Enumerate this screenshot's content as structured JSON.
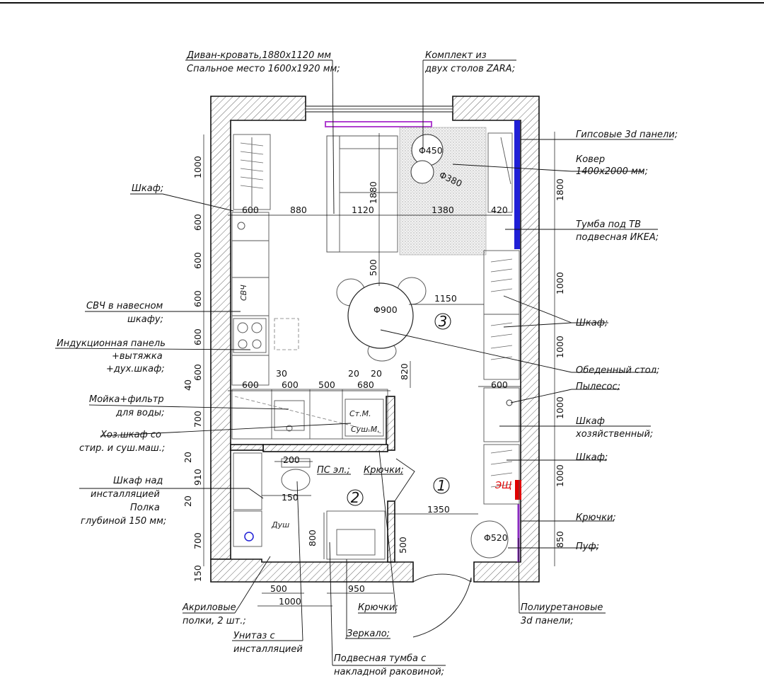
{
  "labels": {
    "sofa_line1": "Диван-кровать,1880х1120 мм",
    "sofa_line2": "Спальное место 1600х1920 мм;",
    "tables_line1": "Комплект из",
    "tables_line2": "двух столов ZARA;",
    "panels_3d": "Гипсовые 3d панели;",
    "carpet_line1": "Ковер",
    "carpet_line2": "1400х2000 мм;",
    "wardrobe_top": "Шкаф;",
    "tv_line1": "Тумба под ТВ",
    "tv_line2": "подвесная ИКЕА;",
    "microwave_line1": "СВЧ в навесном",
    "microwave_line2": "шкафу;",
    "wardrobe_right": "Шкаф;",
    "induction_line1": "Индукционная панель",
    "induction_line2": "+вытяжка",
    "induction_line3": "+дух.шкаф;",
    "dining": "Обеденный стол;",
    "vacuum": "Пылесос;",
    "sink_line1": "Мойка+фильтр",
    "sink_line2": "для воды;",
    "utility_right_line1": "Шкаф",
    "utility_right_line2": "хозяйственный;",
    "utility_left_line1": "Хоз.шкаф со",
    "utility_left_line2": "стир. и суш.маш.;",
    "wardrobe_right2": "Шкаф;",
    "cab_install_line1": "Шкаф над",
    "cab_install_line2": "инсталляцией",
    "cab_install_line3": "Полка",
    "cab_install_line4": "глубиной 150 мм;",
    "hooks_right": "Крючки;",
    "pouf": "Пуф;",
    "acrylic_line1": "Акриловые",
    "acrylic_line2": "полки, 2 шт.;",
    "hooks_bottom": "Крючки;",
    "polyurethane_line1": "Полиуретановые",
    "polyurethane_line2": "3d панели;",
    "toilet_line1": "Унитаз с",
    "toilet_line2": "инсталляцией",
    "mirror": "Зеркало;",
    "vanity_line1": "Подвесная тумба с",
    "vanity_line2": "накладной раковиной;",
    "ps_el": "ПС эл.;",
    "hooks_inner": "Крючки;",
    "microwave_in_plan": "СВЧ",
    "washer_line1": "Ст.М.",
    "washer_line2": "Суш.М.",
    "shower": "Душ",
    "electrical_panel": "ЭЩ"
  },
  "rooms": {
    "r1": "1",
    "r2": "2",
    "r3": "3"
  },
  "dims": {
    "d_450": "Φ450",
    "d_380": "Φ380",
    "d_900": "Φ900",
    "d_520": "Φ520",
    "row_600": "600",
    "row_880": "880",
    "row_1120": "1120",
    "row_1380": "1380",
    "row_420": "420",
    "sofa_1880": "1880",
    "gap_500": "500",
    "table_1150": "1150",
    "gap_820": "820",
    "k_30": "30",
    "k_20a": "20",
    "k_20b": "20",
    "k_600a": "600",
    "k_600b": "600",
    "k_500": "500",
    "k_680": "680",
    "w_600": "600",
    "b_200": "200",
    "b_150": "150",
    "b_800": "800",
    "b_500v": "500",
    "b_1350": "1350",
    "bot_500": "500",
    "bot_1000": "1000",
    "bot_950": "950",
    "l_1000": "1000",
    "l_600a": "600",
    "l_600b": "600",
    "l_600c": "600",
    "l_600d": "600",
    "l_600e": "600",
    "l_40": "40",
    "l_700": "700",
    "l_20a": "20",
    "l_910": "910",
    "l_20b": "20",
    "l_700b": "700",
    "l_150": "150",
    "r_1800": "1800",
    "r_1000a": "1000",
    "r_1000b": "1000",
    "r_1000c": "1000",
    "r_1000d": "1000",
    "r_850": "850"
  },
  "colors": {
    "panels_3d": "#1f1fd6",
    "tv_unit": "#b040d0",
    "electrical_panel": "#e00000",
    "polyurethane": "#8a2bc0"
  }
}
